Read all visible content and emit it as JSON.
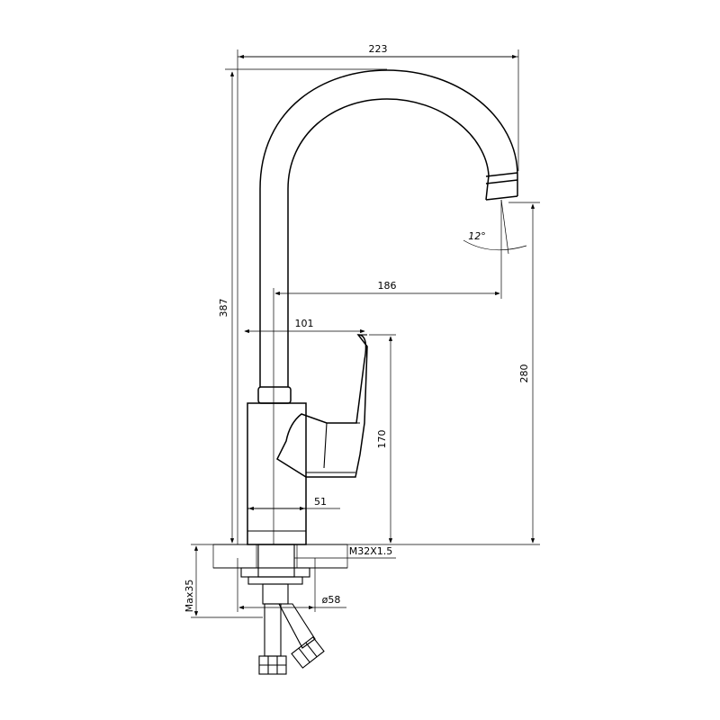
{
  "dimensions": {
    "width_total": "223",
    "height_total": "387",
    "spout_reach": "186",
    "handle_offset": "101",
    "spout_height": "280",
    "body_height": "170",
    "body_width": "51",
    "thread": "M32X1.5",
    "hole_diameter": "ø58",
    "max_thickness": "Max35",
    "spout_angle": "12°"
  },
  "colors": {
    "line": "#000000",
    "background": "#ffffff"
  }
}
